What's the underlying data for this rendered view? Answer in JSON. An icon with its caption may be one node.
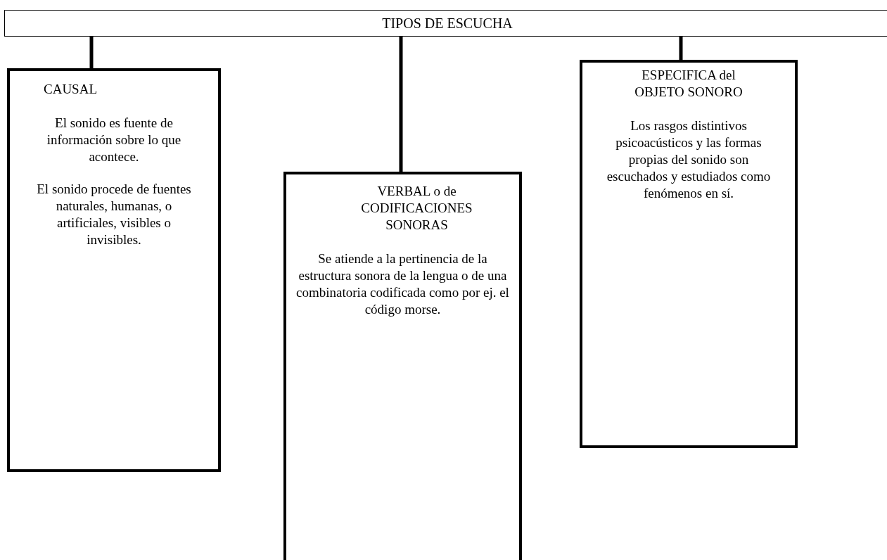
{
  "diagram": {
    "nodes": [
      {
        "text": [
          "TIPOS DE ESCUCHA"
        ]
      },
      {
        "text": [
          "CAUSAL",
          "El sonido es fuente de información sobre lo que acontece.",
          "El sonido procede de fuentes naturales, humanas, o artificiales, visibles o invisibles."
        ]
      },
      {
        "text": [
          "VERBAL o de CODIFICACIONES SONORAS",
          "Se atiende a la pertinencia de la estructura sonora de la lengua o de una combinatoria codificada como por ej. el código morse."
        ]
      },
      {
        "text": [
          "ESPECIFICA del OBJETO SONORO",
          "Los rasgos distintivos psicoacústicos y las formas propias del sonido son escuchados y estudiados como fenómenos en sí."
        ]
      }
    ],
    "edges": [
      {
        "from": 0,
        "to": 1,
        "arrow": "none"
      },
      {
        "from": 0,
        "to": 2,
        "arrow": "none"
      },
      {
        "from": 0,
        "to": 3,
        "arrow": "none"
      }
    ]
  }
}
